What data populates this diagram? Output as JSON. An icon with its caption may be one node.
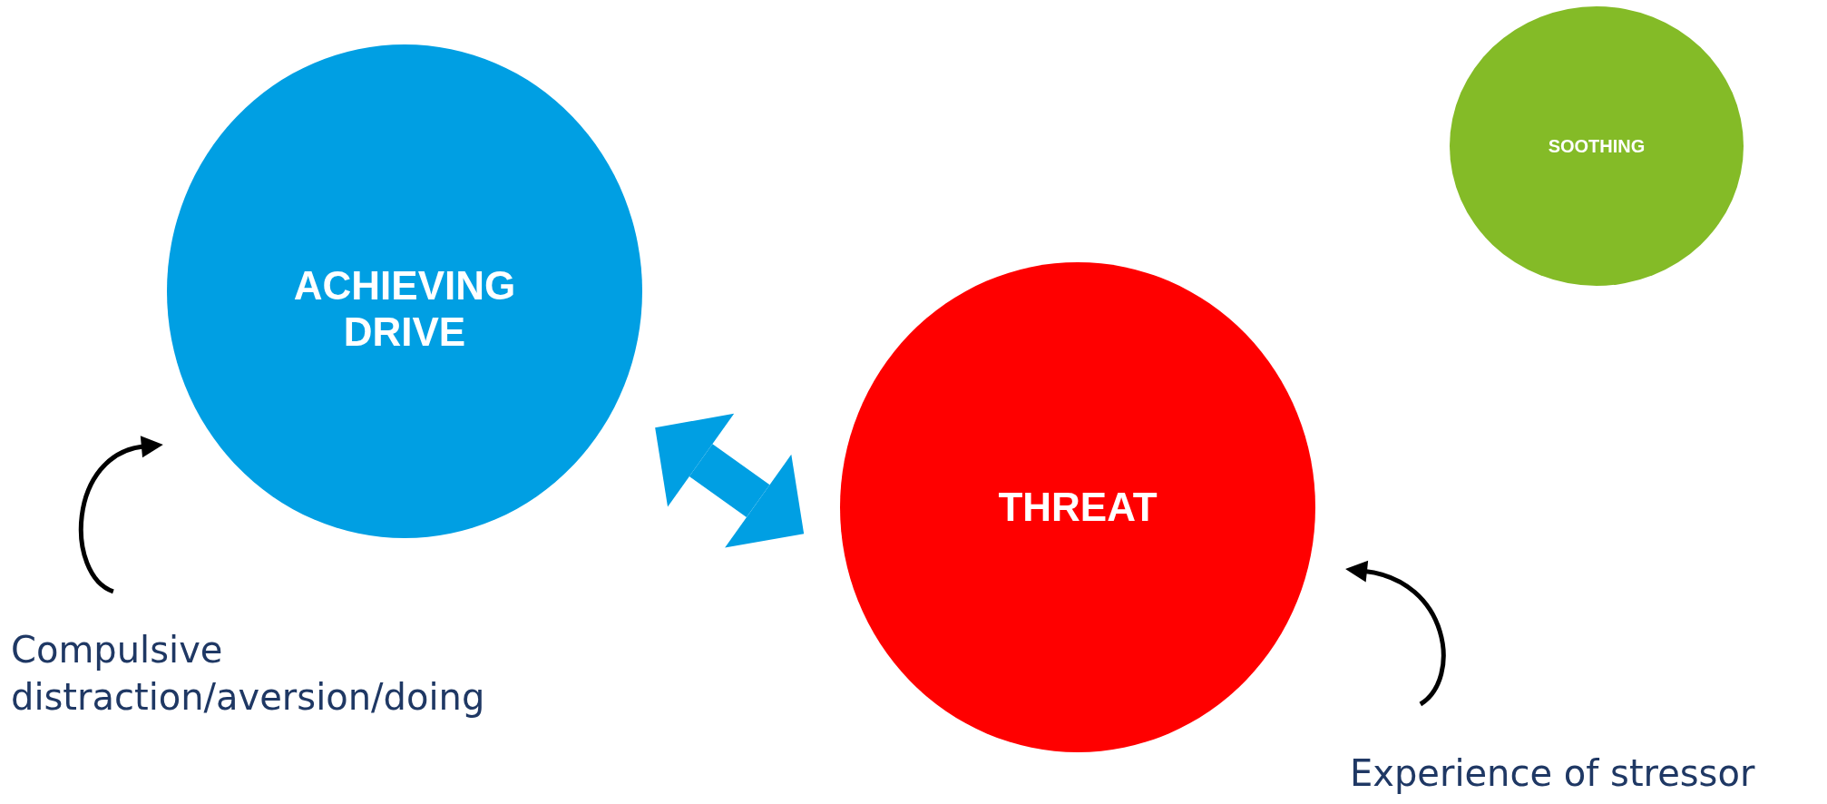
{
  "diagram": {
    "nodes": [
      {
        "text": [
          "ACHIEVING DRIVE"
        ]
      },
      {
        "text": [
          "SOOTHING"
        ]
      },
      {
        "text": [
          "THREAT"
        ]
      },
      {
        "text": [
          "Compulsive distraction/aversion/doing"
        ]
      },
      {
        "text": [
          "Experience of stressor"
        ]
      }
    ],
    "edges": [
      {
        "from": 0,
        "to": 2,
        "arrow": "both",
        "style": "thick",
        "color": "#009fe3"
      },
      {
        "from": 3,
        "to": 0,
        "arrow": "to"
      },
      {
        "from": 4,
        "to": 2,
        "arrow": "to"
      }
    ]
  }
}
